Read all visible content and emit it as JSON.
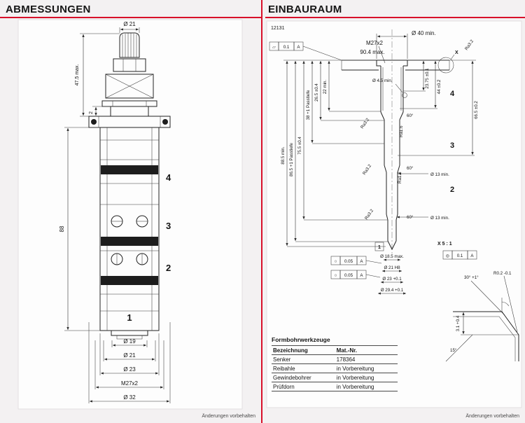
{
  "colors": {
    "accent": "#d8102a",
    "ink": "#1a1a1a",
    "muted": "#4a4a4a"
  },
  "left": {
    "title": "ABMESSUNGEN",
    "footer": "Änderungen vorbehalten",
    "part_labels": {
      "n4": "4",
      "n3": "3",
      "n2": "2",
      "n1": "1"
    },
    "dims": {
      "top_dia": "Ø 21",
      "overall_height": "47.5 max.",
      "flange_offset": "2",
      "body_length": "88",
      "dia_19": "Ø 19",
      "dia_21": "Ø 21",
      "dia_23": "Ø 23",
      "thread": "M27x2",
      "dia_32": "Ø 32"
    }
  },
  "right": {
    "title": "EINBAURAUM",
    "doc_number": "12131",
    "footer": "Änderungen vorbehalten",
    "part_labels": {
      "n4": "4",
      "n3": "3",
      "n2": "2",
      "n1": "1"
    },
    "detail_label": "X 5 : 1",
    "x_marker": "X",
    "dims": {
      "dia_40": "Ø 40 min.",
      "thread": "M27x2",
      "depth_904": "90.4 max.",
      "dia_45": "Ø 4.5 min.",
      "v_2375": "23.75 ±0.1",
      "v_44": "44 ±0.2",
      "v_665": "66.5 ±0.2",
      "v_22": "22 min.",
      "v_265": "26.5 ±0.4",
      "v_38": "38 +1 Passtiefe",
      "v_755": "75.5 ±0.4",
      "v_865": "86.5 +1 Passtiefe",
      "v_885": "88.5 min.",
      "angle_60": "60°",
      "ra_32": "Ra3.2",
      "ra_16": "Ra1.6",
      "dia_13": "Ø 13 min.",
      "dia_185": "Ø 18.5 max.",
      "dia_21h8": "Ø 21 H8",
      "dia_23": "Ø 23 +0.1",
      "dia_294": "Ø 29.4 +0.1",
      "det_angle": "30° +1°",
      "det_radius": "R0.2 -0.1",
      "det_depth": "3.1 +0.4",
      "det_angle2": "15°"
    },
    "frames": {
      "flatness": {
        "sym": "▱",
        "val": "0.1",
        "ref": "A"
      },
      "round1": {
        "sym": "○",
        "val": "0.05",
        "ref": "A"
      },
      "round2": {
        "sym": "○",
        "val": "0.05",
        "ref": "A"
      },
      "position": {
        "sym": "◎",
        "val": "0.1",
        "ref": "A"
      }
    },
    "table": {
      "title": "Formbohrwerkzeuge",
      "headers": {
        "name": "Bezeichnung",
        "nr": "Mat.-Nr."
      },
      "rows": [
        {
          "name": "Senker",
          "nr": "178364"
        },
        {
          "name": "Reibahle",
          "nr": "in Vorbereitung"
        },
        {
          "name": "Gewindebohrer",
          "nr": "in Vorbereitung"
        },
        {
          "name": "Prüfdorn",
          "nr": "in Vorbereitung"
        }
      ]
    }
  }
}
